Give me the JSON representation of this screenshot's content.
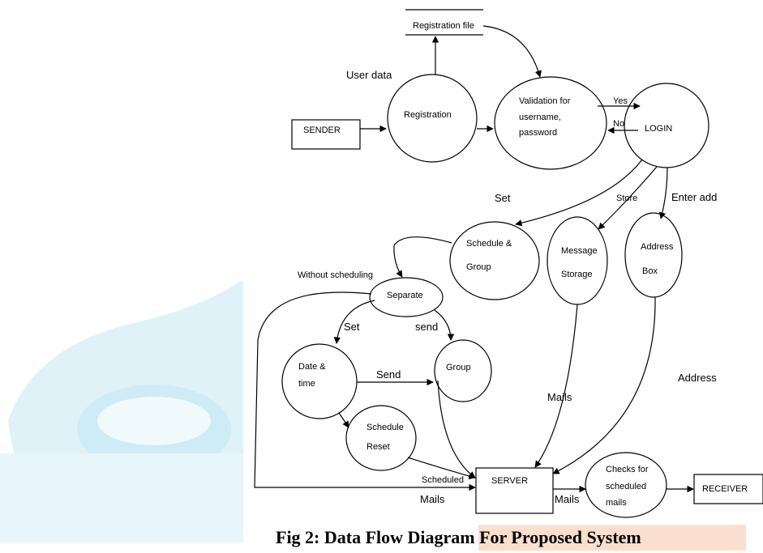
{
  "colors": {
    "watermark": "#a9dcef",
    "caption_highlight": "#f7c9ae",
    "line": "#000000"
  },
  "nodes": {
    "sender": "SENDER",
    "registration_file": "Registration file",
    "registration": "Registration",
    "validation": [
      "Validation for",
      "username,",
      "password"
    ],
    "login": "LOGIN",
    "schedule_group": [
      "Schedule &",
      "Group"
    ],
    "message_storage": [
      "Message",
      "Storage"
    ],
    "address_box": [
      "Address",
      "Box"
    ],
    "separate": "Separate",
    "date_time": [
      "Date &",
      "time"
    ],
    "group": "Group",
    "schedule_reset": [
      "Schedule",
      "Reset"
    ],
    "server": "SERVER",
    "checks": [
      "Checks for",
      "scheduled",
      "mails"
    ],
    "receiver": "RECEIVER"
  },
  "flow_labels": {
    "user_data": "User data",
    "yes": "Yes",
    "no": "No",
    "set": "Set",
    "store": "Store",
    "enter_add": "Enter add",
    "without_scheduling": "Without scheduling",
    "set2": "Set",
    "send_lower": "send",
    "send": "Send",
    "mails_center": "Mails",
    "address": "Address",
    "scheduled": "Scheduled",
    "mails_left": "Mails",
    "mails_right": "Mails"
  },
  "caption": "Fig 2: Data Flow Diagram For Proposed System"
}
